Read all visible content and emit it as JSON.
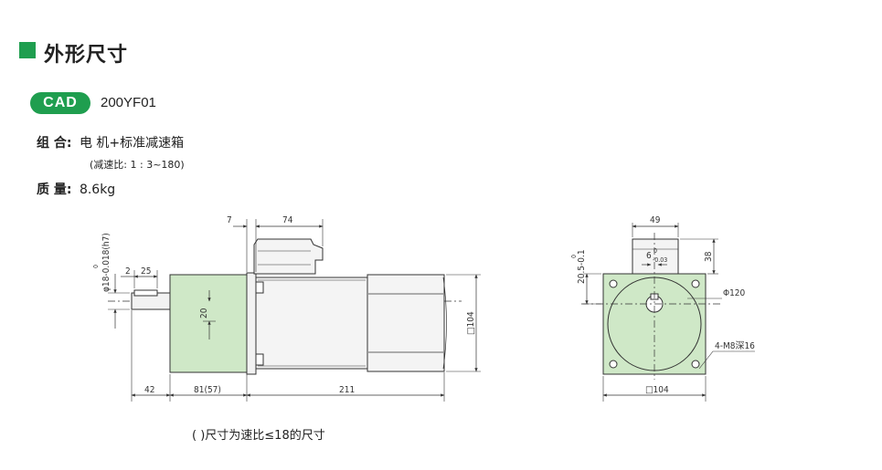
{
  "header": {
    "title": "外形尺寸"
  },
  "badge": {
    "label": "CAD"
  },
  "model": "200YF01",
  "spec": {
    "combo_label": "组 合:",
    "combo_value": "电 机+标准减速箱",
    "ratio_note": "(减速比: 1 : 3~180)",
    "mass_label": "质 量:",
    "mass_value": "8.6kg"
  },
  "note": "( )尺寸为速比≤18的尺寸",
  "dims": {
    "top_left_7": "7",
    "top_74": "74",
    "shaft_dia": "φ18-0.018(h7)",
    "shaft_dia_zero": "0",
    "d2": "2",
    "d25": "25",
    "d20": "20",
    "d104_side": "□104",
    "d42": "42",
    "d81": "81(57)",
    "d211": "211",
    "d49": "49",
    "key6": "6",
    "key6_tol": "-0.03",
    "key6_zero": "0",
    "d38": "38",
    "d20_5": "20.5-0.1",
    "d20_5_zero": "0",
    "d120": "Φ120",
    "holes": "4-M8深16",
    "d104_front": "□104"
  },
  "colors": {
    "accent": "#1f9e4f",
    "gearbox_fill": "#cfe8c7",
    "motor_fill": "#f2f2f2"
  }
}
